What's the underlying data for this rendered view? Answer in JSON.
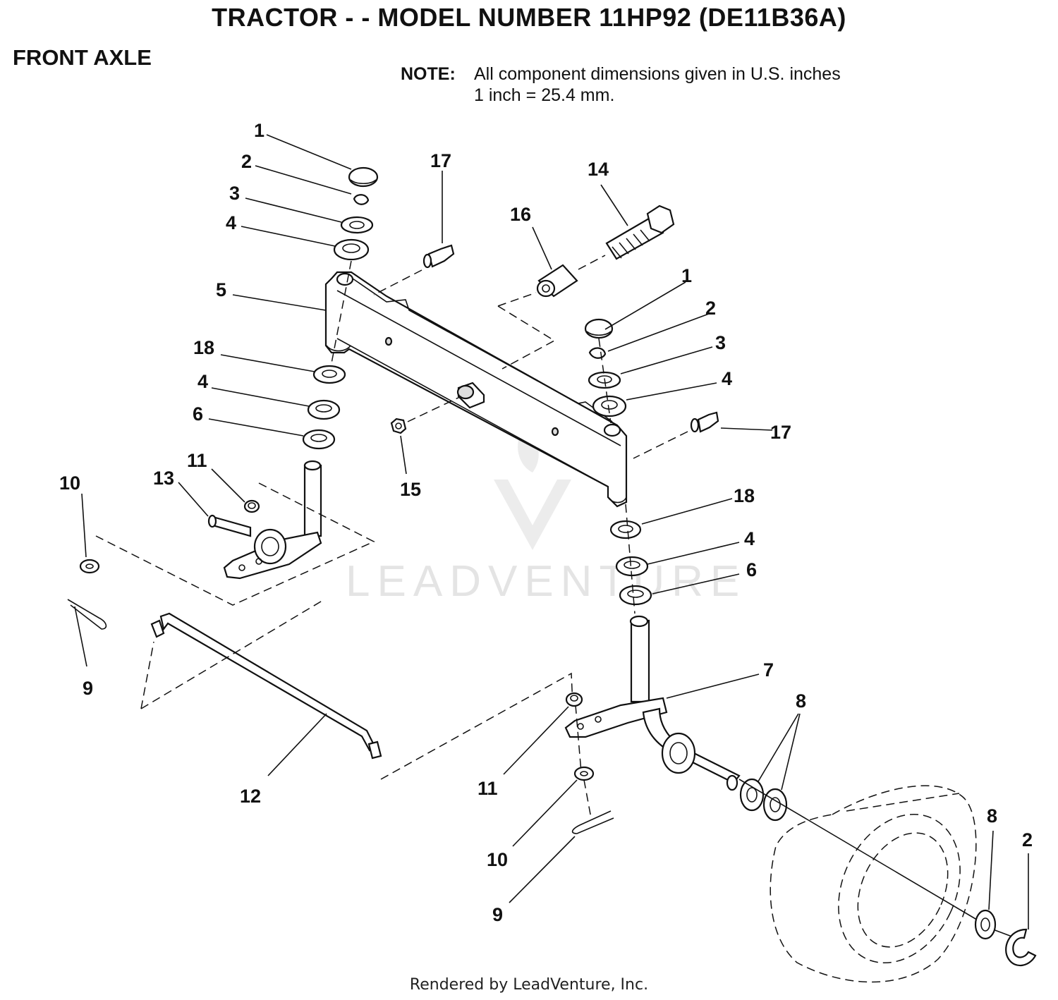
{
  "title": "TRACTOR - - MODEL NUMBER 11HP92 (DE11B36A)",
  "section": "FRONT AXLE",
  "note": {
    "label": "NOTE:",
    "line1": "All component dimensions given in U.S. inches",
    "line2": "1 inch = 25.4 mm."
  },
  "watermark": "LEADVENTURE",
  "footer": "Rendered by LeadVenture, Inc.",
  "callouts": [
    "1",
    "2",
    "3",
    "4",
    "5",
    "18",
    "4",
    "6",
    "11",
    "13",
    "10",
    "9",
    "12",
    "17",
    "16",
    "14",
    "15",
    "1",
    "2",
    "3",
    "4",
    "17",
    "18",
    "4",
    "6",
    "7",
    "8",
    "11",
    "10",
    "9",
    "8",
    "2"
  ]
}
